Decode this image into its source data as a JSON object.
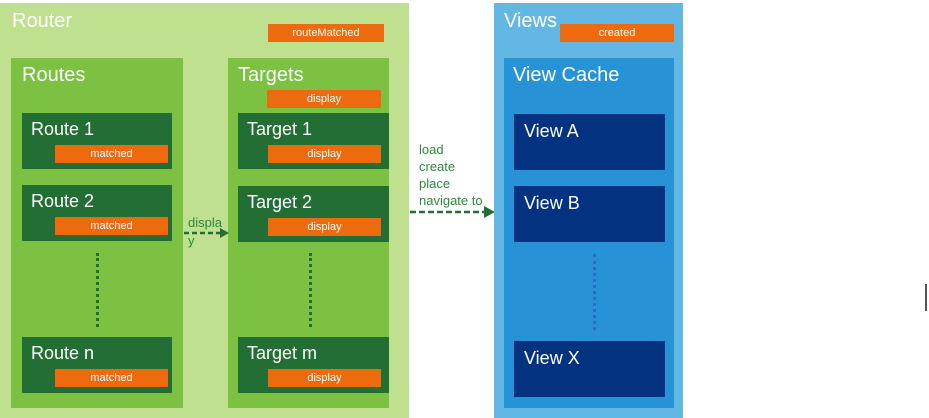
{
  "router": {
    "title": "Router",
    "event": "routeMatched",
    "routes": {
      "title": "Routes",
      "items": [
        {
          "label": "Route 1",
          "event": "matched"
        },
        {
          "label": "Route 2",
          "event": "matched"
        },
        {
          "label": "Route n",
          "event": "matched"
        }
      ]
    },
    "targets": {
      "title": "Targets",
      "event": "display",
      "items": [
        {
          "label": "Target 1",
          "event": "display"
        },
        {
          "label": "Target 2",
          "event": "display"
        },
        {
          "label": "Target m",
          "event": "display"
        }
      ]
    }
  },
  "edges": {
    "routes_to_targets": {
      "line1": "displa",
      "line2": "y"
    },
    "targets_to_views": [
      "load",
      "create",
      "place",
      "navigate to"
    ]
  },
  "views": {
    "title": "Views",
    "event": "created",
    "cache": {
      "title": "View Cache",
      "items": [
        {
          "label": "View A"
        },
        {
          "label": "View B"
        },
        {
          "label": "View X"
        }
      ]
    }
  },
  "colors": {
    "router_bg": "#bfe08f",
    "router_inner": "#7dc143",
    "router_item": "#236e35",
    "event_tag": "#ed6a0e",
    "views_bg": "#63b7e5",
    "view_cache": "#2892d7",
    "view_item": "#023280",
    "arrow": "#236e35"
  }
}
